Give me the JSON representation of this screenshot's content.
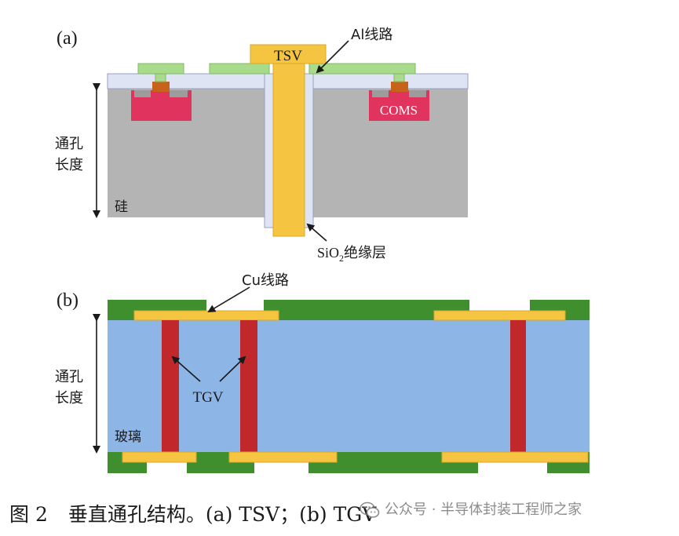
{
  "panel_a": {
    "tag": "(a)",
    "tsv_label": "TSV",
    "al_label": "Al线路",
    "coms_label": "COMS",
    "length_label_1": "通孔",
    "length_label_2": "长度",
    "substrate_label": "硅",
    "sio2_prefix": "SiO",
    "sio2_sub": "2",
    "sio2_suffix": "绝缘层"
  },
  "panel_b": {
    "tag": "(b)",
    "cu_label": "Cu线路",
    "tgv_label": "TGV",
    "length_label_1": "通孔",
    "length_label_2": "长度",
    "substrate_label": "玻璃"
  },
  "caption": {
    "fig": "图",
    "num": "2",
    "text": "垂直通孔结构。(a) TSV；(b) TGV"
  },
  "watermark": {
    "text": "公众号 · 半导体封装工程师之家"
  },
  "colors": {
    "silicon": "#b4b4b4",
    "oxide": "#dfe4f4",
    "tsv_copper": "#f5c542",
    "al_line": "#a8dc8a",
    "coms": "#e0335e",
    "glass": "#8db6e6",
    "tgv": "#c0282c",
    "cu_line": "#f5c542",
    "solder_mask": "#3f8f2e"
  }
}
